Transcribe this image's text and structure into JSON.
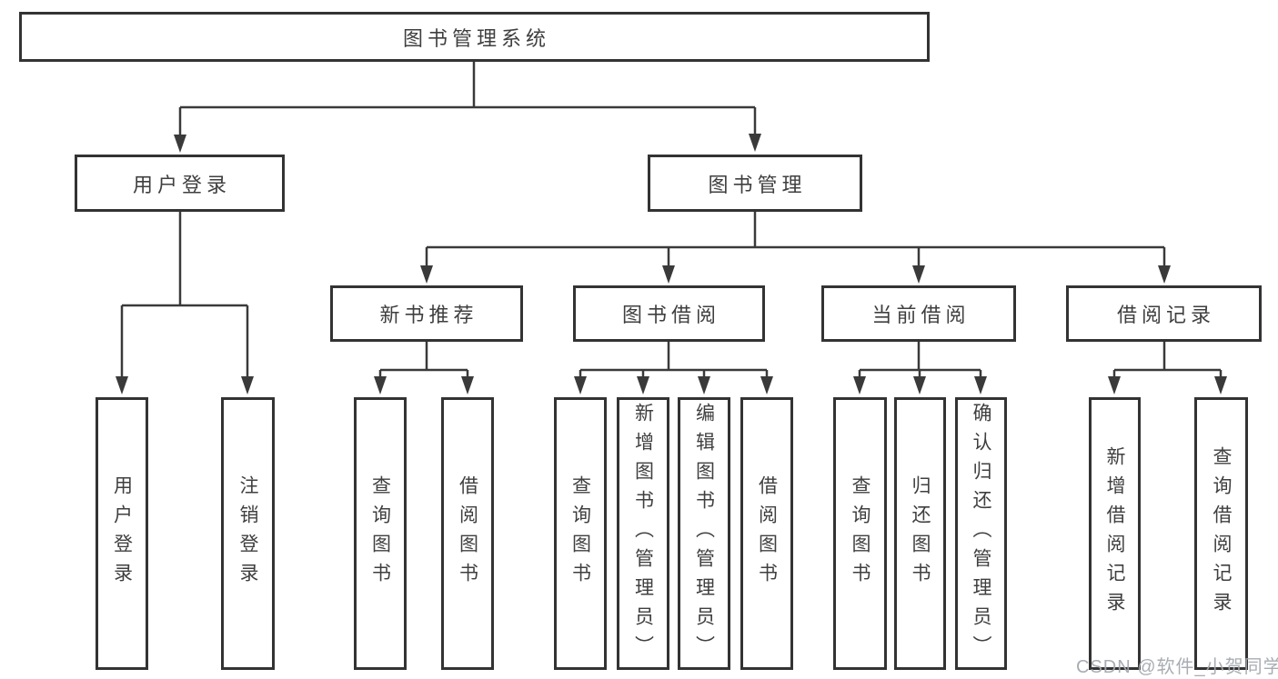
{
  "tree": {
    "root": {
      "label": "图书管理系统",
      "children": [
        {
          "label": "用户登录",
          "children": [
            {
              "label": "用户登录"
            },
            {
              "label": "注销登录"
            }
          ]
        },
        {
          "label": "图书管理",
          "children": [
            {
              "label": "新书推荐",
              "children": [
                {
                  "label": "查询图书"
                },
                {
                  "label": "借阅图书"
                }
              ]
            },
            {
              "label": "图书借阅",
              "children": [
                {
                  "label": "查询图书"
                },
                {
                  "label": "新增图书（管理员）"
                },
                {
                  "label": "编辑图书（管理员）"
                },
                {
                  "label": "借阅图书"
                }
              ]
            },
            {
              "label": "当前借阅",
              "children": [
                {
                  "label": "查询图书"
                },
                {
                  "label": "归还图书"
                },
                {
                  "label": "确认归还（管理员）"
                }
              ]
            },
            {
              "label": "借阅记录",
              "children": [
                {
                  "label": "新增借阅记录"
                },
                {
                  "label": "查询借阅记录"
                }
              ]
            }
          ]
        }
      ]
    }
  },
  "watermark": {
    "text": "CSDN @软件_小贺同学"
  },
  "colors": {
    "line": "#3a3a3a",
    "box_border": "#333333",
    "text": "#3f3f3f",
    "watermark": "#a4a9af",
    "background": "#ffffff"
  }
}
